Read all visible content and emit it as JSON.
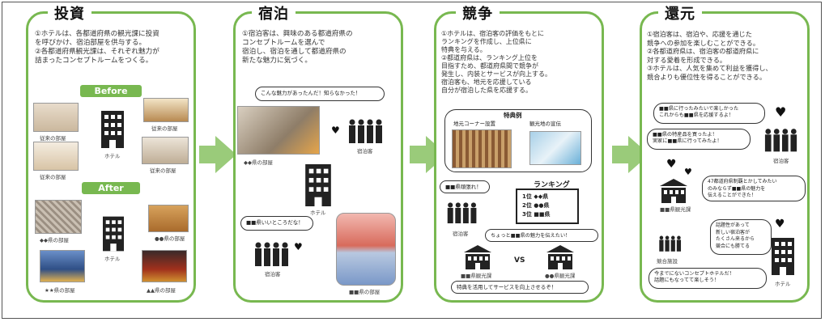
{
  "panels": [
    {
      "title": "投資",
      "desc": "①ホテルは、各都道府県の観光課に投資\nを呼びかけ、宿泊部屋を供与する。\n②各都道府県観光課は、それぞれ魅力が\n詰まったコンセプトルームをつくる。"
    },
    {
      "title": "宿泊",
      "desc": "①宿泊客は、興味のある都道府県の\nコンセプトルームを選んで\n宿泊し、宿泊を通して都道府県の\n新たな魅力に気づく。"
    },
    {
      "title": "競争",
      "desc": "①ホテルは、宿泊客の評価をもとに\nランキングを作成し、上位県に\n特典を与える。\n②都道府県は、ランキング上位を\n目指すため、都道府県間で競争が\n発生し、内装とサービスが向上する。\n宿泊客も、地元を応援している\n自分が宿泊した県を応援する。"
    },
    {
      "title": "還元",
      "desc": "①宿泊客は、宿泊や、応援を通じた\n競争への参加を楽しむことができる。\n②各都道府県は、宿泊客の都道府県に\n対する愛着を形成できる。\n③ホテルは、人気を集めて利益を獲得し、\n競合よりも優位性を得ることができる。"
    }
  ],
  "invest": {
    "before_label": "Before",
    "after_label": "After",
    "hotel_caption": "ホテル",
    "before_rooms": [
      "従来の部屋",
      "従来の部屋",
      "従来の部屋",
      "従来の部屋"
    ],
    "after_rooms": [
      "◆◆県の部屋",
      "●●県の部屋",
      "★★県の部屋",
      "▲▲県の部屋"
    ]
  },
  "stay": {
    "bubble_top": "こんな魅力があったんだ！知らなかった！",
    "bubble_bottom": "■■県いいところだな！",
    "guests_caption": "宿泊客",
    "room_caption": "◆◆県の部屋",
    "hotel_caption": "ホテル",
    "guests2_caption": "宿泊客",
    "room2_caption": "■■県の部屋"
  },
  "compete": {
    "perk_title": "特典例",
    "perk_items": [
      "地元コーナー設置",
      "観光地の宣伝"
    ],
    "bubble_cheer": "■■県頑張れ！",
    "ranking_title": "ランキング",
    "ranking_rows": [
      "1位 ◆◆県",
      "2位 ●●県",
      "3位 ■■県"
    ],
    "guests_caption": "宿泊客",
    "bubble_taste": "ちょっと■■県の魅力を伝えたい！",
    "pref_a": "■■県観光課",
    "vs": "VS",
    "pref_b": "●●県観光課",
    "bubble_bottom": "特典を活用してサービスを向上させるぞ！"
  },
  "return": {
    "bubble1": "■■県に行ったみたいで楽しかった\nこれからも■■県を応援するよ！",
    "bubble2": "■■県の特産品を買ったよ！\n実家に■■県に行ってみたよ！",
    "guests_caption": "宿泊客",
    "bubble3": "47都道府県制覇とかしてみたい\nのみならず■■県の魅力を\n伝えることができた！",
    "pref_caption": "■■県観光課",
    "bubble4": "話題性があって\n新しい宿泊客が\nたくさん来るから\n競合にも勝てる",
    "competitor_caption": "競合施設",
    "bubble5": "今までにないコンセプトホテルだ！\n話題にもなってて楽しそう！",
    "hotel_caption": "ホテル"
  },
  "colors": {
    "accent": "#78b850",
    "arrow": "#9acb7a"
  }
}
